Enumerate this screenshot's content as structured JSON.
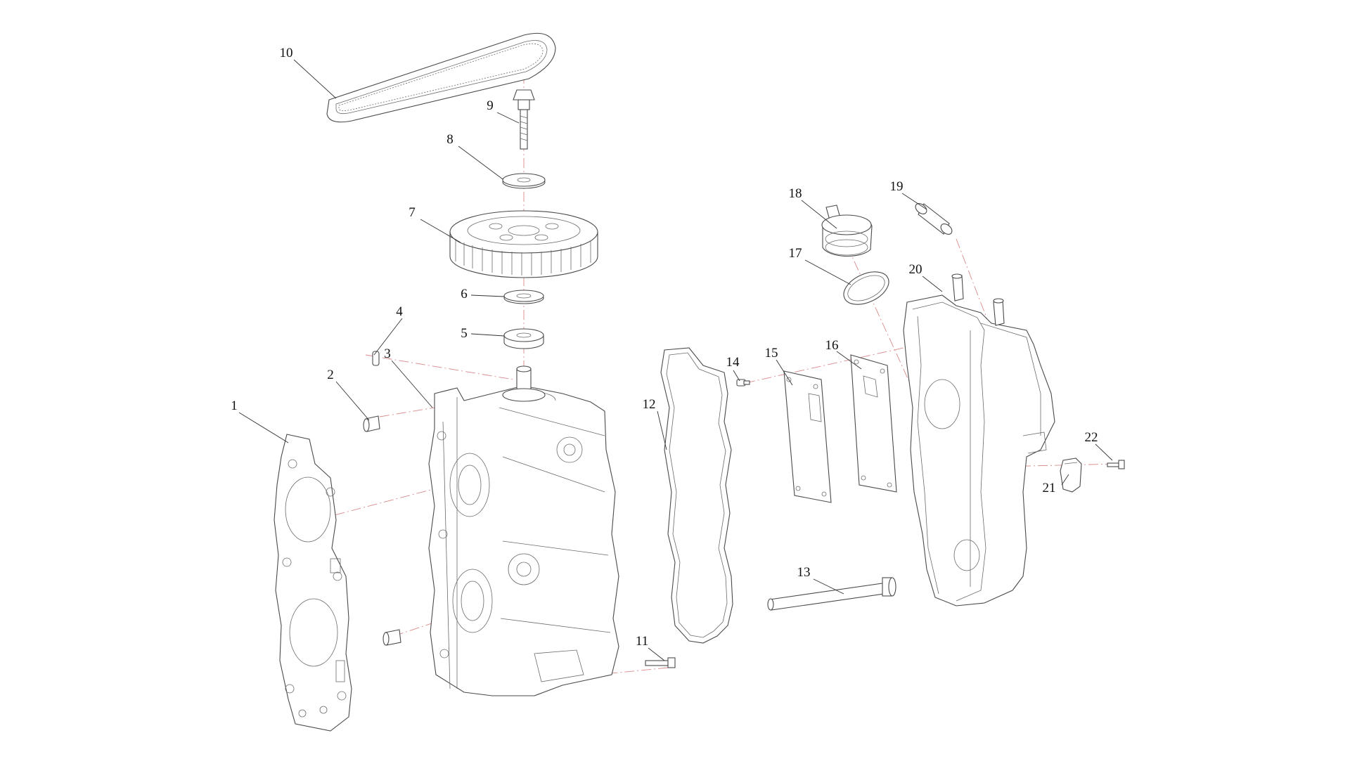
{
  "colors": {
    "background": "#ffffff",
    "line": "#4a4a4a",
    "centerline": "#d98a8a",
    "text": "#111111"
  },
  "callouts": {
    "c1": "1",
    "c2": "2",
    "c3": "3",
    "c4": "4",
    "c5": "5",
    "c6": "6",
    "c7": "7",
    "c8": "8",
    "c9": "9",
    "c10": "10",
    "c11": "11",
    "c12": "12",
    "c13": "13",
    "c14": "14",
    "c15": "15",
    "c16": "16",
    "c17": "17",
    "c18": "18",
    "c19": "19",
    "c20": "20",
    "c21": "21",
    "c22": "22"
  }
}
